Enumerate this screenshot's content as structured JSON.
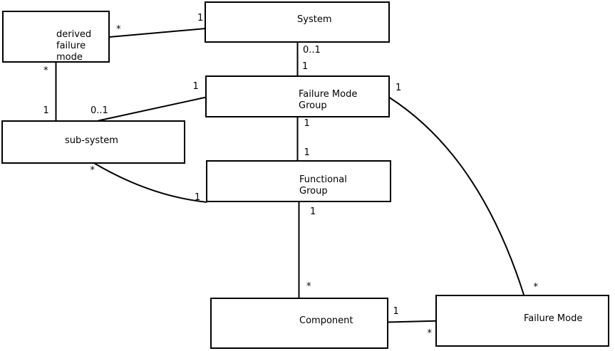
{
  "diagram": {
    "kind": "entity-association-diagram",
    "colors": {
      "background": "#ffffff",
      "line": "#000000",
      "text": "#000000"
    },
    "nodes": [
      {
        "id": "derived-failure-mode",
        "label": "derived\nfailure\nmode"
      },
      {
        "id": "system",
        "label": "System"
      },
      {
        "id": "failure-mode-group",
        "label": "Failure Mode\nGroup"
      },
      {
        "id": "sub-system",
        "label": "sub-system"
      },
      {
        "id": "functional-group",
        "label": "Functional\nGroup"
      },
      {
        "id": "component",
        "label": "Component"
      },
      {
        "id": "failure-mode",
        "label": "Failure Mode"
      }
    ],
    "connectors": [
      {
        "id": "derived-failure-mode--system",
        "from": "derived failure mode",
        "to": "System",
        "from_mult": "*",
        "to_mult": "1"
      },
      {
        "id": "derived-failure-mode--sub-system",
        "from": "derived failure mode",
        "to": "sub-system",
        "from_mult": "*",
        "to_mult": "1"
      },
      {
        "id": "system--failure-mode-group",
        "from": "System",
        "to": "Failure Mode Group",
        "from_mult": "0..1",
        "to_mult": "1"
      },
      {
        "id": "sub-system--failure-mode-group",
        "from": "sub-system",
        "to": "Failure Mode Group",
        "from_mult": "0..1",
        "to_mult": "1"
      },
      {
        "id": "failure-mode-group--functional-group",
        "from": "Failure Mode Group",
        "to": "Functional Group",
        "from_mult": "1",
        "to_mult": "1"
      },
      {
        "id": "sub-system--functional-group",
        "from": "sub-system",
        "to": "Functional Group",
        "from_mult": "*",
        "to_mult": "1"
      },
      {
        "id": "functional-group--component",
        "from": "Functional Group",
        "to": "Component",
        "from_mult": "1",
        "to_mult": "*"
      },
      {
        "id": "component--failure-mode",
        "from": "Component",
        "to": "Failure Mode",
        "from_mult": "1",
        "to_mult": "*"
      },
      {
        "id": "failure-mode-group--failure-mode",
        "from": "Failure Mode Group",
        "to": "Failure Mode",
        "from_mult": "1",
        "to_mult": "*"
      }
    ]
  }
}
